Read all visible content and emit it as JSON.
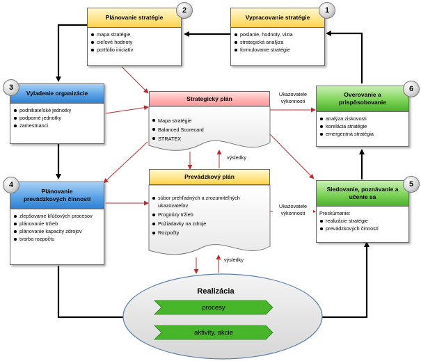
{
  "boxes": {
    "b1": {
      "number": "1",
      "title": "Vypracovanie stratégie",
      "items": [
        "poslanie, hodnoty, vízia",
        "strategická analýza",
        "formulovanie stratégie"
      ]
    },
    "b2": {
      "number": "2",
      "title": "Plánovanie stratégie",
      "items": [
        "mapa stratégie",
        "cieľové hodnoty",
        "portfólio iniciatív"
      ]
    },
    "b3": {
      "number": "3",
      "title": "Vyladenie organizácie",
      "items": [
        "podnikateľské jednotky",
        "podporné jednotky",
        "zamestnanci"
      ]
    },
    "b4": {
      "number": "4",
      "title": "Plánovanie prevádzkových činností",
      "items": [
        "zlepšovanie kľúčových procesov",
        "plánovanie tržieb",
        "plánovanie kapacity zdrojov",
        "tvorba rozpočtu"
      ]
    },
    "b5": {
      "number": "5",
      "title": "Sledovanie, poznávanie a učenie sa",
      "intro": "Preskúmanie:",
      "items": [
        "realizácie stratégie",
        "prevádzkových činností"
      ]
    },
    "b6": {
      "number": "6",
      "title": "Overovanie a prispôsobovanie",
      "items": [
        "analýza ziskovosti",
        "korelácia stratégie",
        "emergentná stratégia"
      ]
    }
  },
  "strategic_plan": {
    "title": "Strategický plán",
    "items": [
      "Mapa stratégie",
      "Balanced Scorecard",
      "STRATEX"
    ]
  },
  "operational_plan": {
    "title": "Prevádzkový plán",
    "items": [
      "súbor prehľadných a zrozumiteľných ukazovateľov",
      "Prognózy tržieb",
      "Požiadavky na zdroje",
      "Rozpočty"
    ]
  },
  "realization": {
    "title": "Realizácia",
    "processes": "procesy",
    "activities": "aktivity, akcie"
  },
  "labels": {
    "indicators_top": "Ukazovatele výkonnosti",
    "indicators_mid": "Ukazovatele výkonnosti",
    "results_top": "výsledky",
    "results_bottom": "výsledky"
  },
  "colors": {
    "yellow": "#ffd24d",
    "blue": "#2f7fd1",
    "green": "#4bb02a",
    "red": "#ff9a9a",
    "arrow_red": "#c0282d",
    "arrow_black": "#000000"
  }
}
